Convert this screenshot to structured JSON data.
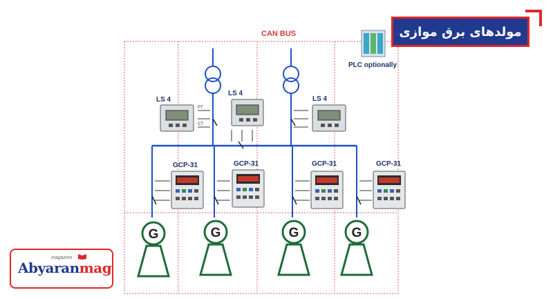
{
  "title": "مولدهای برق موازی",
  "bus_label": "CAN BUS",
  "plc_label": "PLC optionally",
  "ls_labels": [
    "LS 4",
    "LS 4",
    "LS 4"
  ],
  "gcp_labels": [
    "GCP-31",
    "GCP-31",
    "GCP-31",
    "GCP-31"
  ],
  "generator_symbol": "G",
  "small_labels": {
    "pt": "PT",
    "ct": "CT"
  },
  "logo": {
    "small": "magazine",
    "part1": "Abyaran",
    "part2": "mag"
  },
  "colors": {
    "accent": "#e0262a",
    "brand": "#213a8f",
    "bus": "#1d4fc4",
    "display": "#7f8f7a",
    "led": "#c0392b"
  }
}
